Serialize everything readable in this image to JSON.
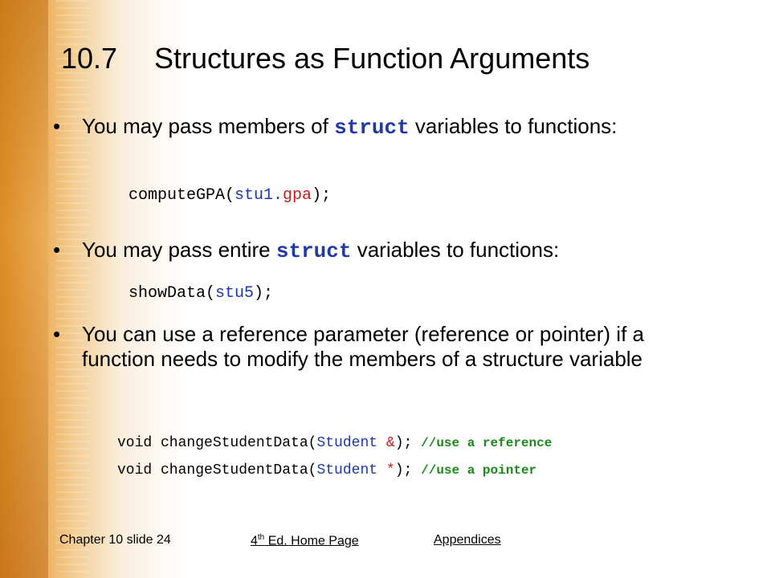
{
  "slide": {
    "title_number": "10.7",
    "title_text": "Structures as Function Arguments"
  },
  "bullets": [
    {
      "before": "You may pass members of ",
      "keyword": "struct",
      "after": " variables to functions:"
    },
    {
      "before": "You may pass entire ",
      "keyword": "struct",
      "after": " variables to functions:"
    },
    {
      "text": "You can use a reference parameter (reference or pointer) if a function needs to modify the members of a structure variable"
    }
  ],
  "bullet_glyph": "•",
  "code": {
    "line1": {
      "fn": "computeGPA(",
      "arg": "stu1.",
      "member": "gpa",
      "end": ");"
    },
    "line2": {
      "fn": "showData(",
      "arg": "stu5",
      "end": ");"
    },
    "line3": {
      "fn": "void changeStudentData(",
      "type": "Student ",
      "sym": "&",
      "end": ");",
      "comment": "//use a reference"
    },
    "line4": {
      "fn": "void changeStudentData(",
      "type": "Student ",
      "sym": "*",
      "end": ");",
      "comment": "//use a pointer"
    }
  },
  "footer": {
    "slide_label": "Chapter 10 slide 24",
    "home_link_pre": "4",
    "home_link_sup": "th",
    "home_link_post": " Ed. Home Page",
    "appendices_link": " Appendices"
  },
  "colors": {
    "accent": "#1f3aa6",
    "member": "#c0201e",
    "comment": "#1a8a1a",
    "strip": "#d98a1e"
  }
}
